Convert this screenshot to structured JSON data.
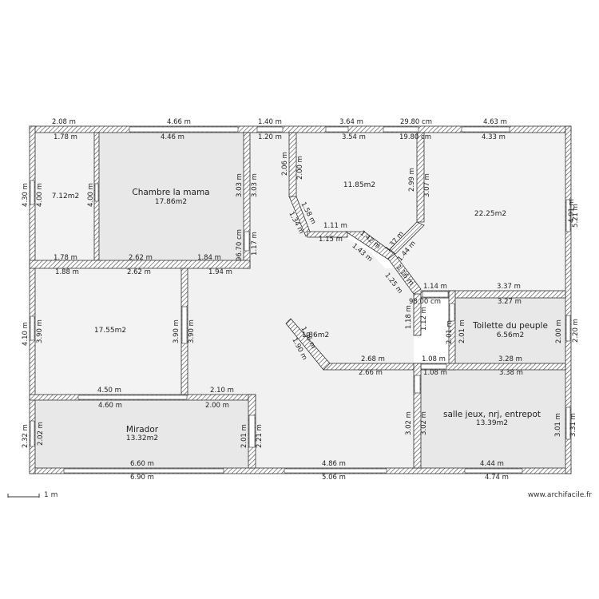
{
  "rooms": [
    {
      "id": "r1",
      "name": "",
      "area": "7.12m2"
    },
    {
      "id": "chambre",
      "name": "Chambre la mama",
      "area": "17.86m2"
    },
    {
      "id": "r3",
      "name": "",
      "area": "11.85m2"
    },
    {
      "id": "r4",
      "name": "",
      "area": "22.25m2"
    },
    {
      "id": "r5",
      "name": "",
      "area": "17.55m2"
    },
    {
      "id": "hall",
      "name": "",
      "area": "1.86m2"
    },
    {
      "id": "toilette",
      "name": "Toilette du peuple",
      "area": "6.56m2"
    },
    {
      "id": "mirador",
      "name": "Mirador",
      "area": "13.32m2"
    },
    {
      "id": "salle",
      "name": "salle jeux, nrj, entrepot",
      "area": "13.39m2"
    }
  ],
  "dimensions": [
    "2.08 m",
    "4.66 m",
    "1.40 m",
    "3.64 m",
    "29.80 cm",
    "4.63 m",
    "1.78 m",
    "4.46 m",
    "1.20 m",
    "3.54 m",
    "19.80 cm",
    "4.33 m",
    "4.30 m",
    "4.00 m",
    "4.00 m",
    "3.03 m",
    "3.03 m",
    "2.06 m",
    "2.00 m",
    "2.99 m",
    "3.07 m",
    "4.91 m",
    "5.21 m",
    "1.78 m",
    "2.62 m",
    "1.84 m",
    "96.70 cm",
    "1.17 m",
    "1.58 m",
    "1.34 m",
    "1.11 m",
    "1.15 m",
    "1.42 m",
    "1.43 m",
    "1.37 m",
    "1.44 m",
    "1.88 m",
    "2.62 m",
    "1.94 m",
    "1.16 m",
    "1.25 m",
    "1.14 m",
    "3.37 m",
    "98.00 cm",
    "3.27 m",
    "1.18 m",
    "1.12 m",
    "4.10 m",
    "3.90 m",
    "3.90 m",
    "3.90 m",
    "2.01 m",
    "2.01 m",
    "2.00 m",
    "2.20 m",
    "1.96 m",
    "1.90 m",
    "2.68 m",
    "1.08 m",
    "2.66 m",
    "1.08 m",
    "3.28 m",
    "3.38 m",
    "4.50 m",
    "2.10 m",
    "4.60 m",
    "2.00 m",
    "2.32 m",
    "2.02 m",
    "2.01 m",
    "2.21 m",
    "3.02 m",
    "3.02 m",
    "3.01 m",
    "3.31 m",
    "6.60 m",
    "4.86 m",
    "4.44 m",
    "6.90 m",
    "5.06 m",
    "4.74 m"
  ],
  "scale": {
    "label": "1 m"
  },
  "watermark": "www.archifacile.fr"
}
